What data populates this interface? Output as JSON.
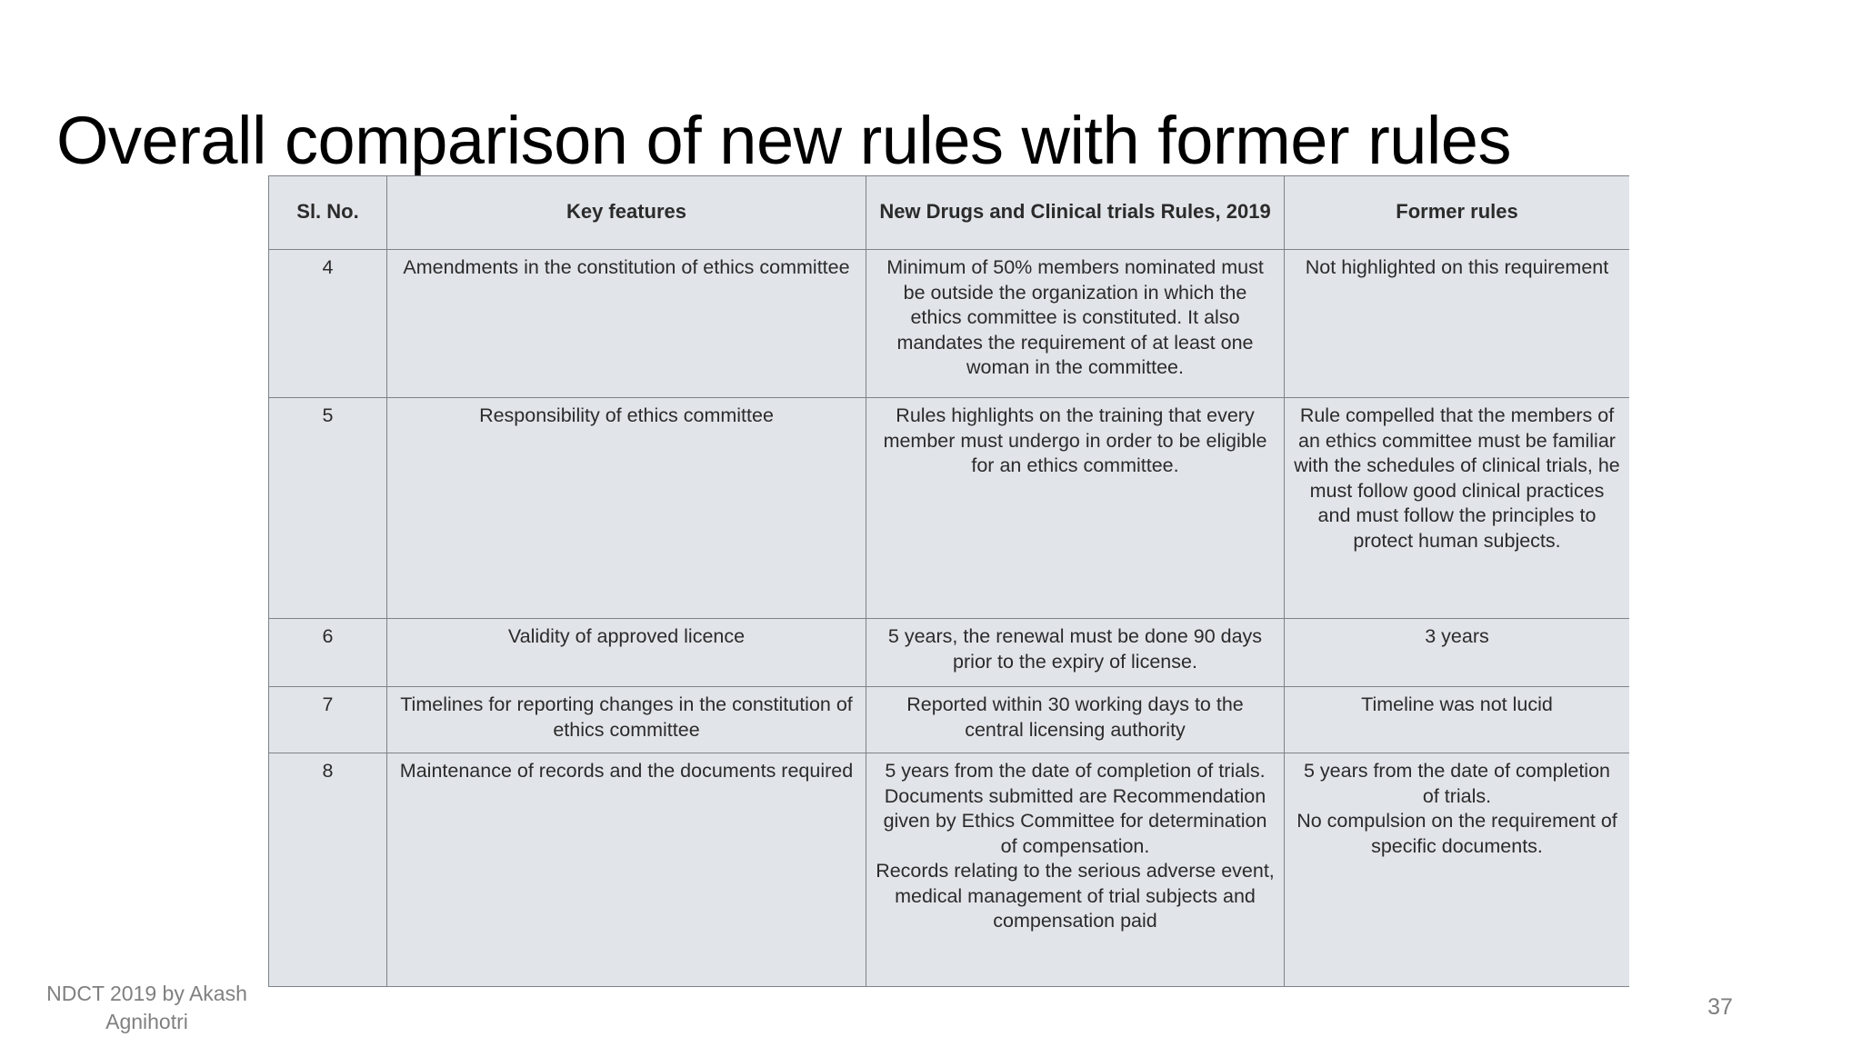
{
  "slide": {
    "title": "Overall comparison of new rules with former rules",
    "footer_note": "NDCT 2019 by Akash Agnihotri",
    "page_number": "37",
    "background_color": "#ffffff",
    "table_fill_color": "#e1e4e9",
    "table_border_color": "#7d8389",
    "text_color": "#2b2b2b"
  },
  "table": {
    "headers": [
      "Sl. No.",
      "Key features",
      "New Drugs and Clinical trials Rules, 2019",
      "Former rules"
    ],
    "rows": [
      {
        "sl_no": "4",
        "key_feature": "Amendments in the constitution of ethics committee",
        "new_rules": "Minimum of 50% members nominated must be outside the organization in which the ethics committee is constituted. It also mandates the requirement of at least one woman in the committee.",
        "former_rules": "Not highlighted on this requirement"
      },
      {
        "sl_no": "5",
        "key_feature": "Responsibility of ethics committee",
        "new_rules": "Rules highlights on the training that every member must undergo in order to be eligible for an ethics committee.",
        "former_rules": "Rule compelled that the members of an ethics committee must be familiar with the schedules of clinical trials, he must follow good clinical practices and must follow the principles to protect human subjects."
      },
      {
        "sl_no": "6",
        "key_feature": "Validity of approved licence",
        "new_rules": "5 years, the renewal must be done 90 days prior to the expiry of license.",
        "former_rules": "3 years"
      },
      {
        "sl_no": "7",
        "key_feature": "Timelines for reporting changes in the constitution of ethics committee",
        "new_rules": "Reported within 30 working days to the central licensing authority",
        "former_rules": "Timeline was not lucid"
      },
      {
        "sl_no": "8",
        "key_feature": "Maintenance of records and the documents required",
        "new_rules_line1": "5 years from the date of completion of trials. Documents submitted are Recommendation given by Ethics Committee for determination of compensation.",
        "new_rules_line2": "Records relating to the serious adverse event, medical management of trial subjects and compensation paid",
        "former_rules_line1": "5 years from the date of completion of trials.",
        "former_rules_line2": "No compulsion on the requirement of specific documents."
      }
    ]
  }
}
